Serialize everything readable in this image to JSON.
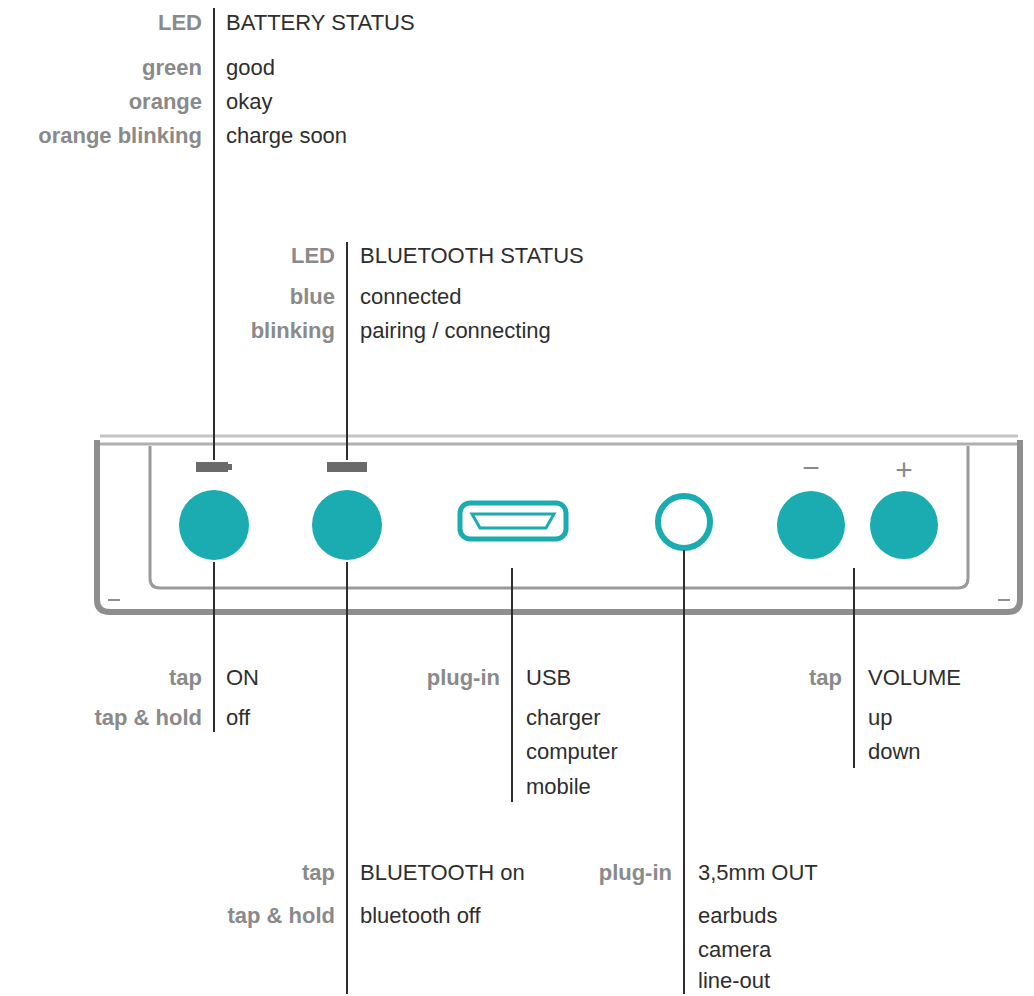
{
  "diagram": {
    "labels": [
      "LED",
      "BATTERY STATUS",
      "green",
      "good",
      "orange",
      "okay",
      "orange blinking",
      "charge soon",
      "LED",
      "BLUETOOTH STATUS",
      "blue",
      "connected",
      "blinking",
      "pairing / connecting",
      "−",
      "+",
      "tap",
      "ON",
      "tap & hold",
      "off",
      "plug-in",
      "USB",
      "charger",
      "computer",
      "mobile",
      "tap",
      "VOLUME",
      "up",
      "down",
      "tap",
      "BLUETOOTH on",
      "tap & hold",
      "bluetooth off",
      "plug-in",
      "3,5mm OUT",
      "earbuds",
      "camera",
      "line-out"
    ]
  }
}
